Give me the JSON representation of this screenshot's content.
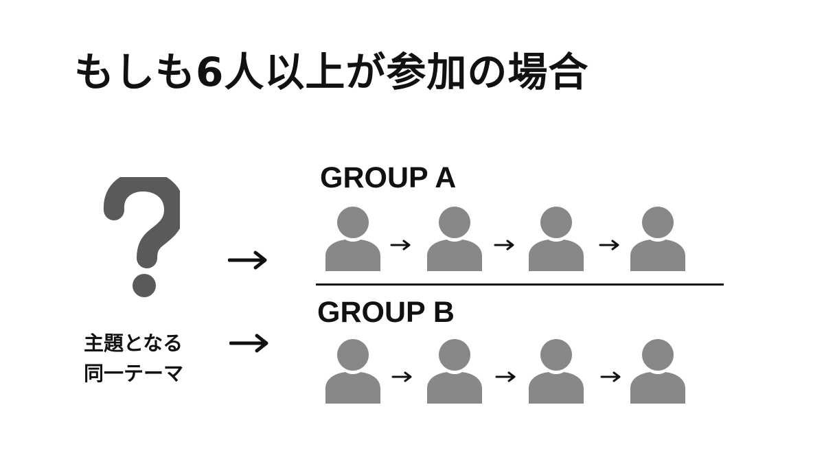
{
  "title": "もしも6人以上が参加の場合",
  "topic": {
    "line1": "主題となる",
    "line2": "同一テーマ",
    "icon": "question-mark-icon"
  },
  "groups": [
    {
      "label": "GROUP A",
      "members": 4
    },
    {
      "label": "GROUP B",
      "members": 4
    }
  ],
  "colors": {
    "text": "#111111",
    "icon_gray": "#5a5a5a",
    "person_gray": "#888888"
  }
}
